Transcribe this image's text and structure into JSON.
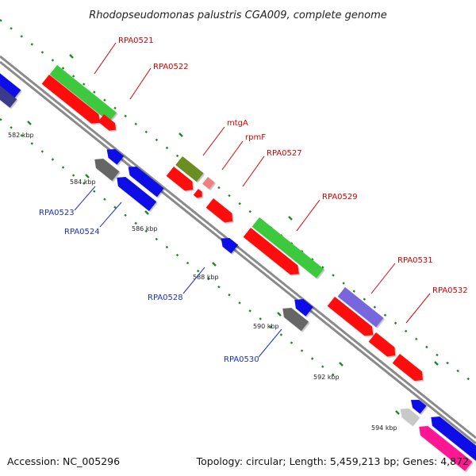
{
  "title": "Rhodopseudomonas palustris CGA009, complete genome",
  "footer": {
    "accession": "Accession: NC_005296",
    "topology": "Topology: circular; Length: 5,459,213 bp; Genes: 4,872"
  },
  "colors": {
    "backbone": "#8a8a8a",
    "tick_green": "#1d8a1d",
    "label_red": "#d40000",
    "label_blue": "#1a2fcc",
    "cog_green": "#3ec93e",
    "cog_red": "#ff1010",
    "cog_blue": "#1010e8",
    "cog_olive": "#6b8e23",
    "cog_grey": "#666666",
    "cog_lightgrey": "#c8c8c8",
    "cog_purple": "#7766dd",
    "cog_pink": "#ff1493",
    "cog_lightred": "#f08080",
    "cog_darkpurple": "#3a3a8a"
  },
  "ticks": [
    "582 kbp",
    "584 kbp",
    "586 kbp",
    "588 kbp",
    "590 kbp",
    "592 kbp",
    "594 kbp"
  ],
  "gene_labels": [
    {
      "id": "rpa0521",
      "text": "RPA0521"
    },
    {
      "id": "rpa0522",
      "text": "RPA0522"
    },
    {
      "id": "mtga",
      "text": "mtgA"
    },
    {
      "id": "rpmf",
      "text": "rpmF"
    },
    {
      "id": "rpa0527",
      "text": "RPA0527"
    },
    {
      "id": "rpa0529",
      "text": "RPA0529"
    },
    {
      "id": "rpa0531",
      "text": "RPA0531"
    },
    {
      "id": "rpa0532",
      "text": "RPA0532"
    },
    {
      "id": "rpa0523",
      "text": "RPA0523"
    },
    {
      "id": "rpa0524",
      "text": "RPA0524"
    },
    {
      "id": "rpa0528",
      "text": "RPA0528"
    },
    {
      "id": "rpa0530",
      "text": "RPA0530"
    }
  ]
}
